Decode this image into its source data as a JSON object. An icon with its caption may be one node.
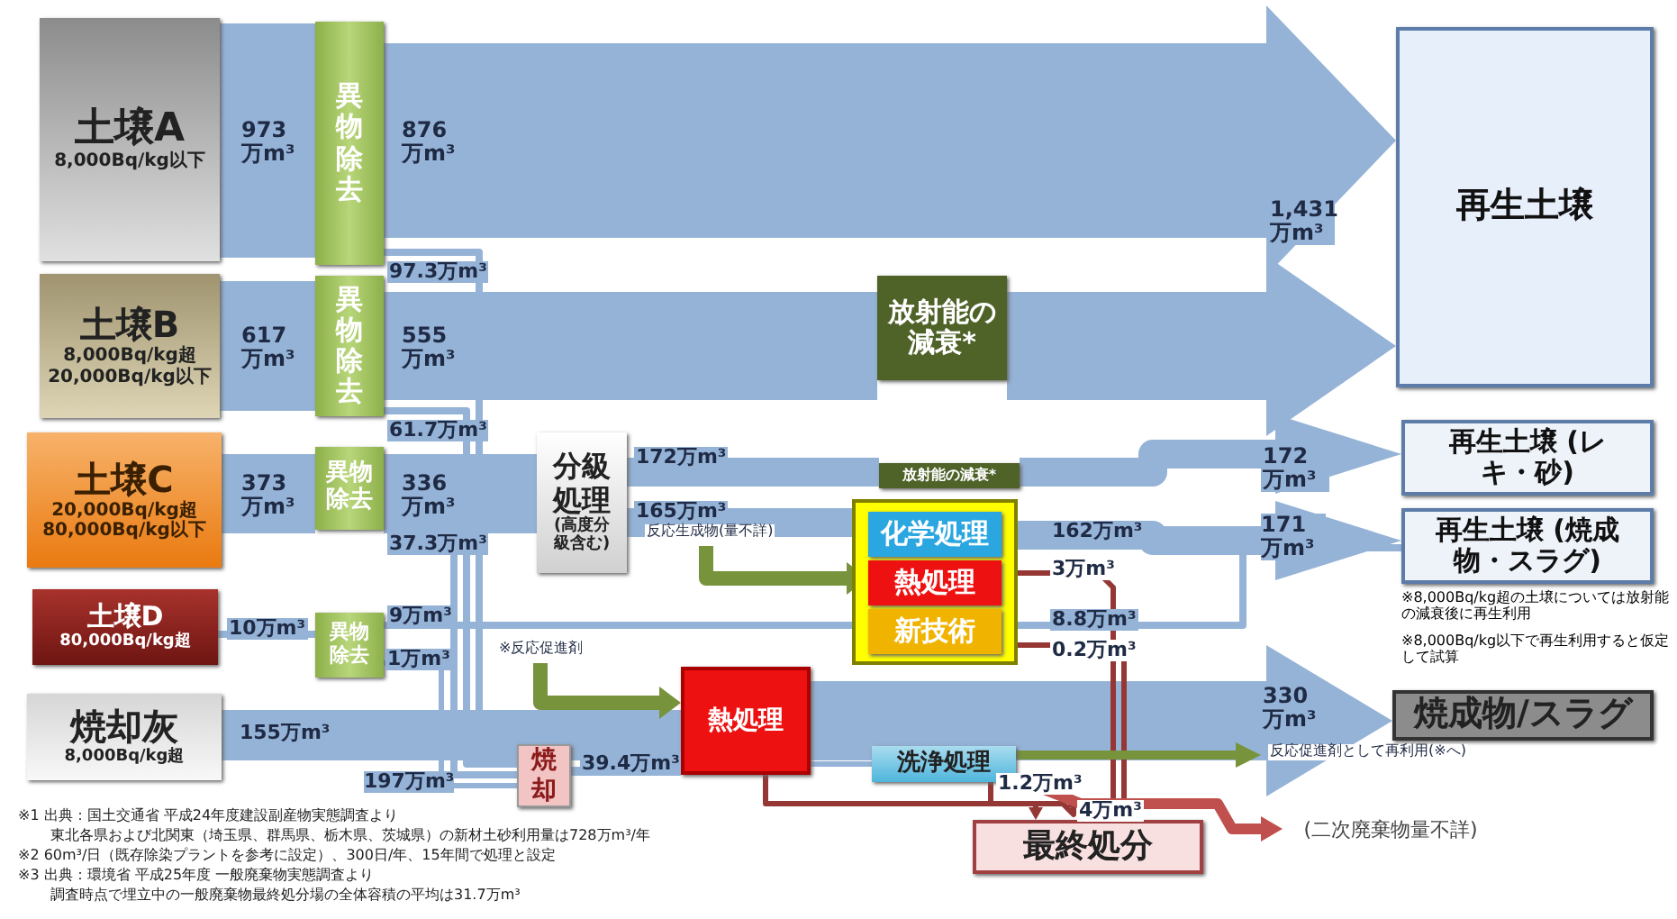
{
  "diagram": {
    "nodes": [
      {
        "text": [
          "土壌A",
          "8,000Bq/kg以下"
        ]
      },
      {
        "text": [
          "異物除去"
        ]
      },
      {
        "text": [
          "土壌B",
          "8,000Bq/kg超 20,000Bq/kg以下"
        ]
      },
      {
        "text": [
          "異物除去"
        ]
      },
      {
        "text": [
          "土壌C",
          "20,000Bq/kg超 80,000Bq/kg以下"
        ]
      },
      {
        "text": [
          "異物除去"
        ]
      },
      {
        "text": [
          "土壌D",
          "80,000Bq/kg超"
        ]
      },
      {
        "text": [
          "異物除去"
        ]
      },
      {
        "text": [
          "焼却灰",
          "8,000Bq/kg超"
        ]
      },
      {
        "text": [
          "放射能の減衰*"
        ]
      },
      {
        "text": [
          "分級処理",
          "(高度分級含む)"
        ]
      },
      {
        "text": [
          "放射能の減衰*"
        ]
      },
      {
        "text": [],
        "shape": "box"
      },
      {
        "text": [
          "化学処理"
        ],
        "in": 12
      },
      {
        "text": [
          "熱処理"
        ],
        "in": 12
      },
      {
        "text": [
          "新技術"
        ],
        "in": 12
      },
      {
        "text": [
          "熱処理"
        ]
      },
      {
        "text": [
          "焼却"
        ]
      },
      {
        "text": [
          "洗浄処理"
        ]
      },
      {
        "text": [
          "再生土壌"
        ]
      },
      {
        "text": [
          "再生土壌 (レキ・砂)"
        ]
      },
      {
        "text": [
          "再生土壌 (焼成物・スラグ)"
        ],
        "beside": [
          "※8,000Bq/kg超の土壌については放射能の減衰後に再生利用",
          "※8,000Bq/kg以下で再生利用すると仮定して試算"
        ]
      },
      {
        "text": [
          "焼成物/スラグ"
        ]
      },
      {
        "text": [
          "最終処分"
        ]
      },
      {
        "text": [
          "(二次廃棄物量不詳)"
        ]
      }
    ],
    "edges": [
      {
        "from": 0,
        "to": 1,
        "arrow": "none",
        "label": "973万m³",
        "style": "thick"
      },
      {
        "from": 1,
        "to": 19,
        "arrow": "to",
        "label": "876万m³",
        "style": "thick"
      },
      {
        "from": 2,
        "to": 3,
        "arrow": "none",
        "label": "617万m³",
        "style": "thick"
      },
      {
        "from": 3,
        "to": 9,
        "arrow": "none",
        "label": "555万m³",
        "style": "thick"
      },
      {
        "from": 9,
        "to": 19,
        "arrow": "to",
        "style": "thick"
      },
      {
        "from": 4,
        "to": 5,
        "arrow": "none",
        "label": "373万m³",
        "style": "thick"
      },
      {
        "from": 5,
        "to": 10,
        "arrow": "none",
        "label": "336万m³",
        "style": "thick"
      },
      {
        "from": 6,
        "to": 7,
        "arrow": "none",
        "label": "10万m³"
      },
      {
        "from": 7,
        "to": 12,
        "arrow": "none",
        "label": "9万m³"
      },
      {
        "from": 1,
        "to": 17,
        "arrow": "none",
        "label": "97.3万m³"
      },
      {
        "from": 3,
        "to": 17,
        "arrow": "none",
        "label": "61.7万m³"
      },
      {
        "from": 5,
        "to": 17,
        "arrow": "none",
        "label": "37.3万m³"
      },
      {
        "from": 7,
        "to": 17,
        "arrow": "none",
        "label": "1万m³"
      },
      {
        "from": 8,
        "to": 16,
        "arrow": "none",
        "label": "155万m³",
        "style": "thick"
      },
      {
        "from": 17,
        "to": 16,
        "arrow": "none",
        "label": "39.4万m³"
      },
      {
        "from": 16,
        "to": 22,
        "arrow": "to",
        "label": "330万m³",
        "style": "thick"
      },
      {
        "from": 10,
        "to": 11,
        "arrow": "none",
        "label": "172万m³",
        "style": "thick"
      },
      {
        "from": 11,
        "to": 20,
        "arrow": "to",
        "label": "172万m³",
        "style": "thick"
      },
      {
        "from": 10,
        "to": 12,
        "arrow": "none",
        "label": "165万m³",
        "style": "thick"
      },
      {
        "from": 12,
        "to": 21,
        "arrow": "to",
        "label": "162万m³",
        "style": "thick"
      },
      {
        "from": 12,
        "to": 21,
        "arrow": "none",
        "label": "8.8万m³"
      },
      {
        "from": 12,
        "to": 23,
        "arrow": "to",
        "label": "3万m³",
        "color": "#953735"
      },
      {
        "from": 12,
        "to": 23,
        "arrow": "to",
        "label": "0.2万m³",
        "color": "#953735"
      },
      {
        "from": 18,
        "to": 23,
        "arrow": "to",
        "label": "1.2万m³",
        "color": "#953735"
      },
      {
        "from": 16,
        "to": 23,
        "arrow": "to",
        "label": "4万m³",
        "color": "#953735"
      },
      {
        "from": 18,
        "to": 24,
        "arrow": "to",
        "color": "#c0504d"
      },
      {
        "from": 18,
        "to": null,
        "arrow": "to",
        "label": "反応促進剤として再利用(※へ)",
        "color": "#77933c"
      },
      {
        "from": null,
        "to": 14,
        "arrow": "to",
        "label": "反応生成物(量不詳)",
        "color": "#77933c"
      },
      {
        "from": null,
        "to": 16,
        "arrow": "to",
        "label": "※反応促進剤",
        "color": "#77933c"
      },
      {
        "from": 16,
        "to": 18,
        "arrow": "none"
      }
    ],
    "labels": [
      "1,431万m³",
      "171万m³",
      "197万m³",
      "※1 出典：国土交通省 平成24年度建設副産物実態調査より",
      "東北各県および北関東（埼玉県、群馬県、栃木県、茨城県）の新材土砂利用量は728万m³/年",
      "※2 60m³/日（既存除染プラントを参考に設定）、300日/年、15年間で処理と設定",
      "※3 出典：環境省 平成25年度 一般廃棄物実態調査より",
      "調査時点で埋立中の一般廃棄物最終処分場の全体容積の平均は31.7万m³"
    ]
  }
}
